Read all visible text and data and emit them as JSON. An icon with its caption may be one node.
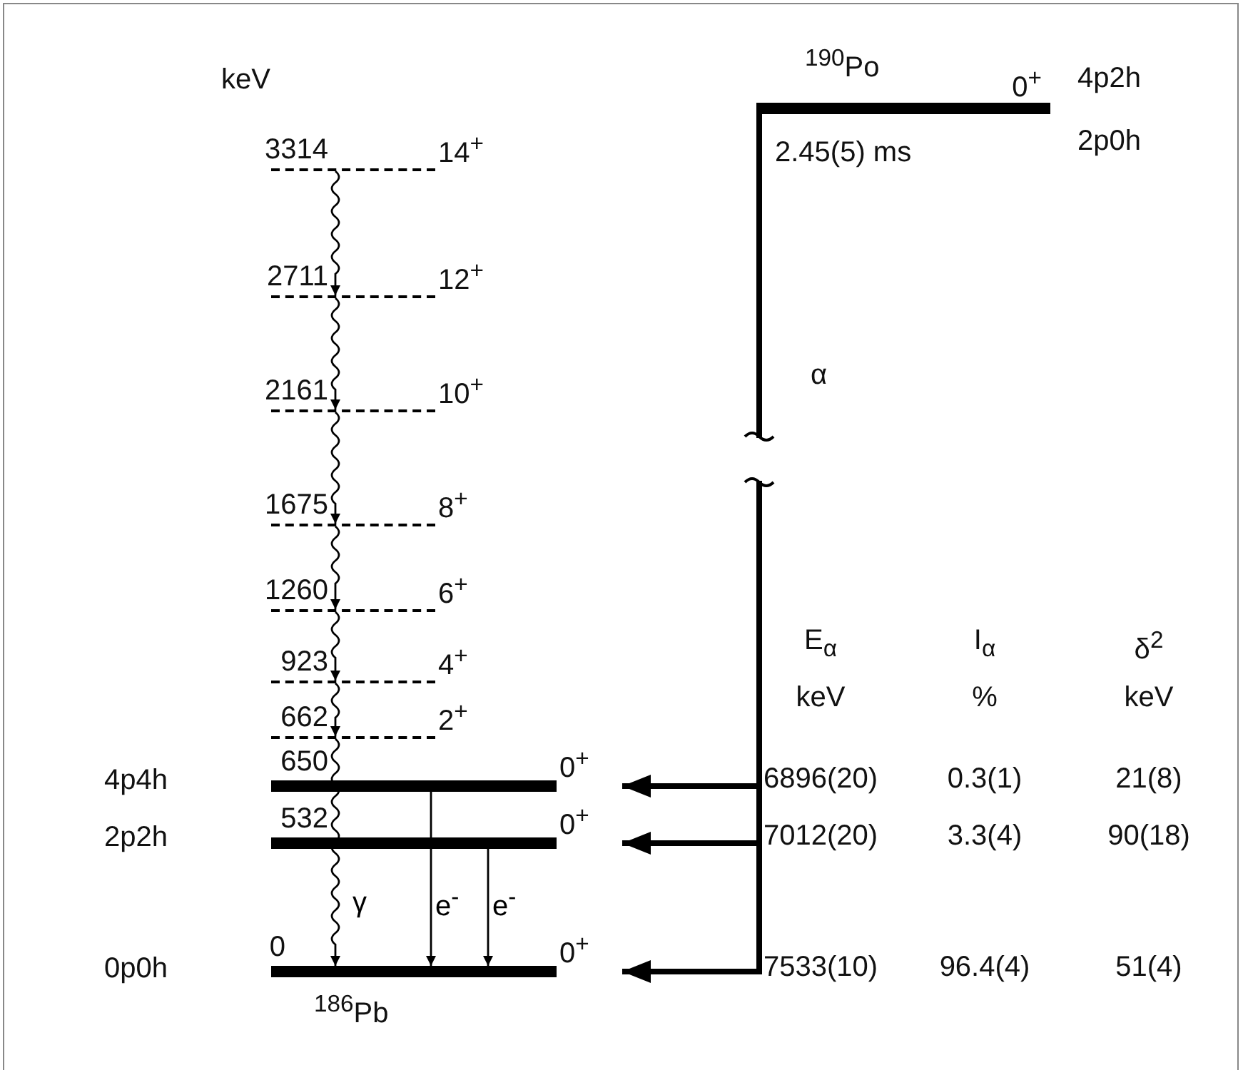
{
  "diagram": {
    "nodes": [
      {
        "text": [
          "$^{190}$Po",
          "0$^{+}$"
        ],
        "beside": [
          "2.45(5) ms",
          "4p2h",
          "2p0h"
        ]
      },
      {
        "text": [
          "3314",
          "14$^{+}$"
        ]
      },
      {
        "text": [
          "2711",
          "12$^{+}$"
        ]
      },
      {
        "text": [
          "2161",
          "10$^{+}$"
        ]
      },
      {
        "text": [
          "1675",
          "8$^{+}$"
        ]
      },
      {
        "text": [
          "1260",
          "6$^{+}$"
        ]
      },
      {
        "text": [
          "923",
          "4$^{+}$"
        ]
      },
      {
        "text": [
          "662",
          "2$^{+}$"
        ]
      },
      {
        "text": [
          "650",
          "0$^{+}$"
        ],
        "beside": [
          "4p4h"
        ]
      },
      {
        "text": [
          "532",
          "0$^{+}$"
        ],
        "beside": [
          "2p2h"
        ]
      },
      {
        "text": [
          "0",
          "0$^{+}$"
        ],
        "beside": [
          "0p0h"
        ]
      }
    ],
    "edges": [
      {
        "from": 1,
        "to": 2,
        "arrow": "to"
      },
      {
        "from": 2,
        "to": 3,
        "arrow": "to"
      },
      {
        "from": 3,
        "to": 4,
        "arrow": "to"
      },
      {
        "from": 4,
        "to": 5,
        "arrow": "to"
      },
      {
        "from": 5,
        "to": 6,
        "arrow": "to"
      },
      {
        "from": 6,
        "to": 7,
        "arrow": "to"
      },
      {
        "from": 7,
        "to": 10,
        "arrow": "to",
        "label": "γ"
      },
      {
        "from": 8,
        "to": 10,
        "arrow": "to",
        "label": "e$^{-}$"
      },
      {
        "from": 9,
        "to": 10,
        "arrow": "to",
        "label": "e$^{-}$"
      },
      {
        "from": 0,
        "to": 8,
        "arrow": "to",
        "style": "thick"
      },
      {
        "from": 0,
        "to": 9,
        "arrow": "to",
        "style": "thick"
      },
      {
        "from": 0,
        "to": 10,
        "arrow": "to",
        "style": "thick"
      }
    ],
    "labels": [
      "keV",
      "α",
      "$^{186}$Pb",
      "E$_{α}$",
      "I$_{α}$",
      "δ$^{2}$",
      "keV",
      "%",
      "keV",
      "6896(20)",
      "0.3(1)",
      "21(8)",
      "7012(20)",
      "3.3(4)",
      "90(18)",
      "7533(10)",
      "96.4(4)",
      "51(4)"
    ]
  }
}
